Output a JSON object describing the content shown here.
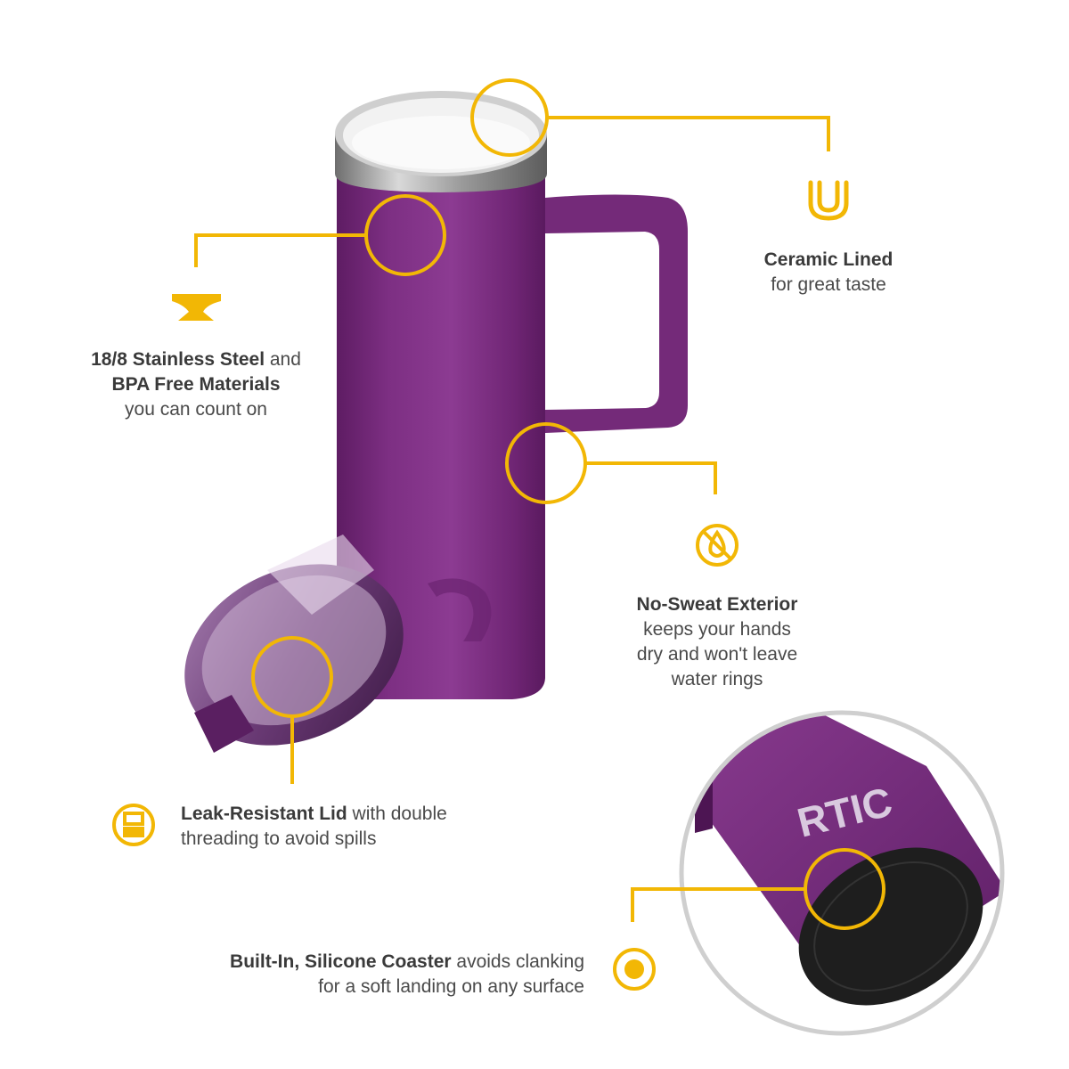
{
  "colors": {
    "accent": "#F2B705",
    "mug": "#7B2C80",
    "text": "#4a4a4a"
  },
  "features": {
    "ceramic": {
      "title": "Ceramic Lined",
      "desc": "for great taste",
      "icon": "ceramic-lining-icon"
    },
    "steel": {
      "title": "18/8 Stainless Steel",
      "joiner": " and",
      "title2": "BPA Free Materials",
      "desc": "you can count on",
      "icon": "anvil-icon"
    },
    "sweat": {
      "title": "No-Sweat Exterior",
      "line1": "keeps your hands",
      "line2": "dry and won't leave",
      "line3": "water rings",
      "icon": "no-drop-icon"
    },
    "lid": {
      "title": "Leak-Resistant Lid",
      "desc1": " with double",
      "desc2": "threading to avoid spills",
      "icon": "lid-icon"
    },
    "coaster": {
      "title": "Built-In, Silicone Coaster",
      "desc1": " avoids clanking",
      "desc2": "for a soft landing on any surface",
      "icon": "coaster-icon"
    }
  },
  "brand": {
    "logo": "RTIC"
  }
}
